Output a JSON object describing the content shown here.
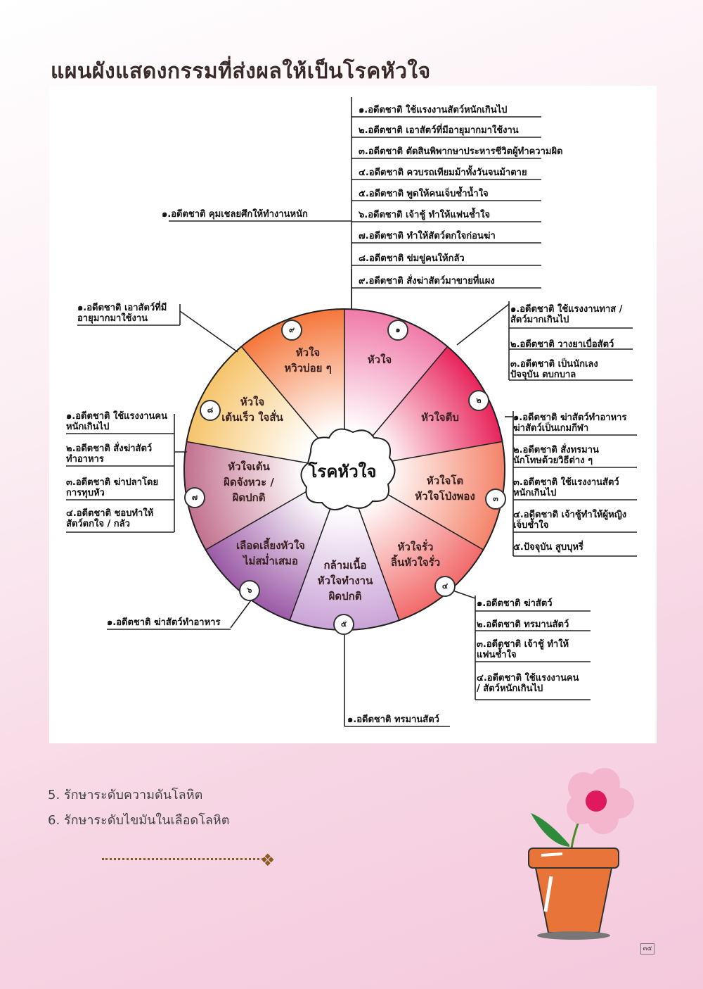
{
  "title": "แผนผังแสดงกรรมที่ส่งผลให้เป็นโรคหัวใจ",
  "center_label": "โรคหัวใจ",
  "segments": [
    {
      "num": "๑",
      "label": "หัวใจ"
    },
    {
      "num": "๒",
      "label": "หัวใจตีบ"
    },
    {
      "num": "๓",
      "label": "หัวใจโต\nหัวใจโป่งพอง"
    },
    {
      "num": "๔",
      "label": "หัวใจรั่ว\nลิ้นหัวใจรั่ว"
    },
    {
      "num": "๕",
      "label": "กล้ามเนื้อ\nหัวใจทำงาน\nผิดปกติ"
    },
    {
      "num": "๖",
      "label": "เลือดเลี้ยงหัวใจ\nไม่สม่ำเสมอ"
    },
    {
      "num": "๗",
      "label": "หัวใจเต้น\nผิดจังหวะ /\nผิดปกติ"
    },
    {
      "num": "๘",
      "label": "หัวใจ\nเต้นเร็ว ใจสั่น"
    },
    {
      "num": "๙",
      "label": "หัวใจ\nหวิวบ่อย ๆ"
    }
  ],
  "top_right": [
    "๑.อดีตชาติ ใช้แรงงานสัตว์หนักเกินไป",
    "๒.อดีตชาติ เอาสัตว์ที่มีอายุมากมาใช้งาน",
    "๓.อดีตชาติ ตัดสินพิพากษาประหารชีวิตผู้ทำความผิด",
    "๔.อดีตชาติ ควบรถเทียมม้าทั้งวันจนม้าตาย",
    "๕.อดีตชาติ พูดให้คนเจ็บช้ำน้ำใจ",
    "๖.อดีตชาติ เจ้าชู้ ทำให้แฟนช้ำใจ",
    "๗.อดีตชาติ ทำให้สัตว์ตกใจก่อนฆ่า",
    "๘.อดีตชาติ ข่มขู่คนให้กลัว",
    "๙.อดีตชาติ สั่งฆ่าสัตว์มาขายที่แผง"
  ],
  "top_left_single": "๑.อดีตชาติ คุมเชลยศึกให้ทำงานหนัก",
  "left_top_single": "๑.อดีตชาติ เอาสัตว์ที่มี\nอายุมากมาใช้งาน",
  "left_mid": [
    "๑.อดีตชาติ ใช้แรงงานคน\nหนักเกินไป",
    "๒.อดีตชาติ สั่งฆ่าสัตว์\nทำอาหาร",
    "๓.อดีตชาติ ฆ่าปลาโดย\nการทุบหัว",
    "๔.อดีตชาติ ชอบทำให้\nสัตว์ตกใจ / กลัว"
  ],
  "left_bottom_single": "๑.อดีตชาติ ฆ่าสัตว์ทำอาหาร",
  "right_top": [
    "๑.อดีตชาติ ใช้แรงงานทาส /\nสัตว์มากเกินไป",
    "๒.อดีตชาติ วางยาเบื่อสัตว์",
    "๓.อดีตชาติ เป็นนักเลง\nปัจจุบัน ตบกบาล"
  ],
  "right_mid": [
    "๑.อดีตชาติ ฆ่าสัตว์ทำอาหาร\nฆ่าสัตว์เป็นเกมกีฬา",
    "๒.อดีตชาติ สั่งทรมาน\nนักโทษด้วยวิธีต่าง ๆ",
    "๓.อดีตชาติ ใช้แรงงานสัตว์\nหนักเกินไป",
    "๔.อดีตชาติ เจ้าชู้ทำให้ผู้หญิง\nเจ็บช้ำใจ",
    "๕.ปัจจุบัน สูบบุหรี่"
  ],
  "right_bottom": [
    "๑.อดีตชาติ ฆ่าสัตว์",
    "๒.อดีตชาติ ทรมานสัตว์",
    "๓.อดีตชาติ เจ้าชู้ ทำให้\nแฟนช้ำใจ",
    "๔.อดีตชาติ ใช้แรงงานคน\n/ สัตว์หนักเกินไป"
  ],
  "bottom_single": "๑.อดีตชาติ ทรมานสัตว์",
  "bullets": [
    "5. รักษาระดับความดันโลหิต",
    "6. รักษาระดับไขมันในเลือดโลหิต"
  ],
  "page_number": "๓๕",
  "colors": {
    "seg1": "#f07aa8",
    "seg2": "#e8245a",
    "seg3": "#f4836a",
    "seg4": "#f26a6a",
    "seg5": "#c9a3d6",
    "seg6": "#9b5aa6",
    "seg7": "#c2708e",
    "seg8": "#f6c46a",
    "seg9": "#f5763a"
  }
}
